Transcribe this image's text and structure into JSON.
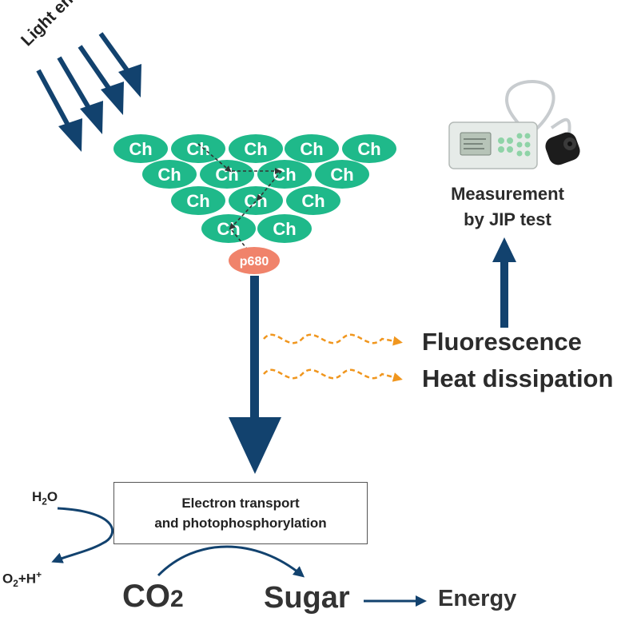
{
  "light_energy": "Light energy",
  "chlorophyll_label": "Ch",
  "reaction_center": "p680",
  "measurement": [
    "Measurement",
    "by JIP test"
  ],
  "fluorescence": "Fluorescence",
  "heat_dissipation": "Heat dissipation",
  "electron_transport": [
    "Electron transport",
    "and photophosphorylation"
  ],
  "h2o": {
    "main": "H",
    "sub": "2",
    "tail": "O"
  },
  "o2h": {
    "main": "O",
    "sub": "2",
    "mid": "+H",
    "sup": "+"
  },
  "co2": {
    "main": "CO",
    "sub": "2"
  },
  "sugar": "Sugar",
  "energy": "Energy",
  "colors": {
    "chlorophyll": "#1fb98a",
    "reaction_center": "#f0836b",
    "arrow": "#12426e",
    "wavy": "#f0961e",
    "dashed": "#444444"
  },
  "icons": [
    "light-arrow-icon",
    "down-arrow-icon",
    "up-arrow-icon",
    "wavy-arrow-icon",
    "fluorometer-device-icon"
  ]
}
